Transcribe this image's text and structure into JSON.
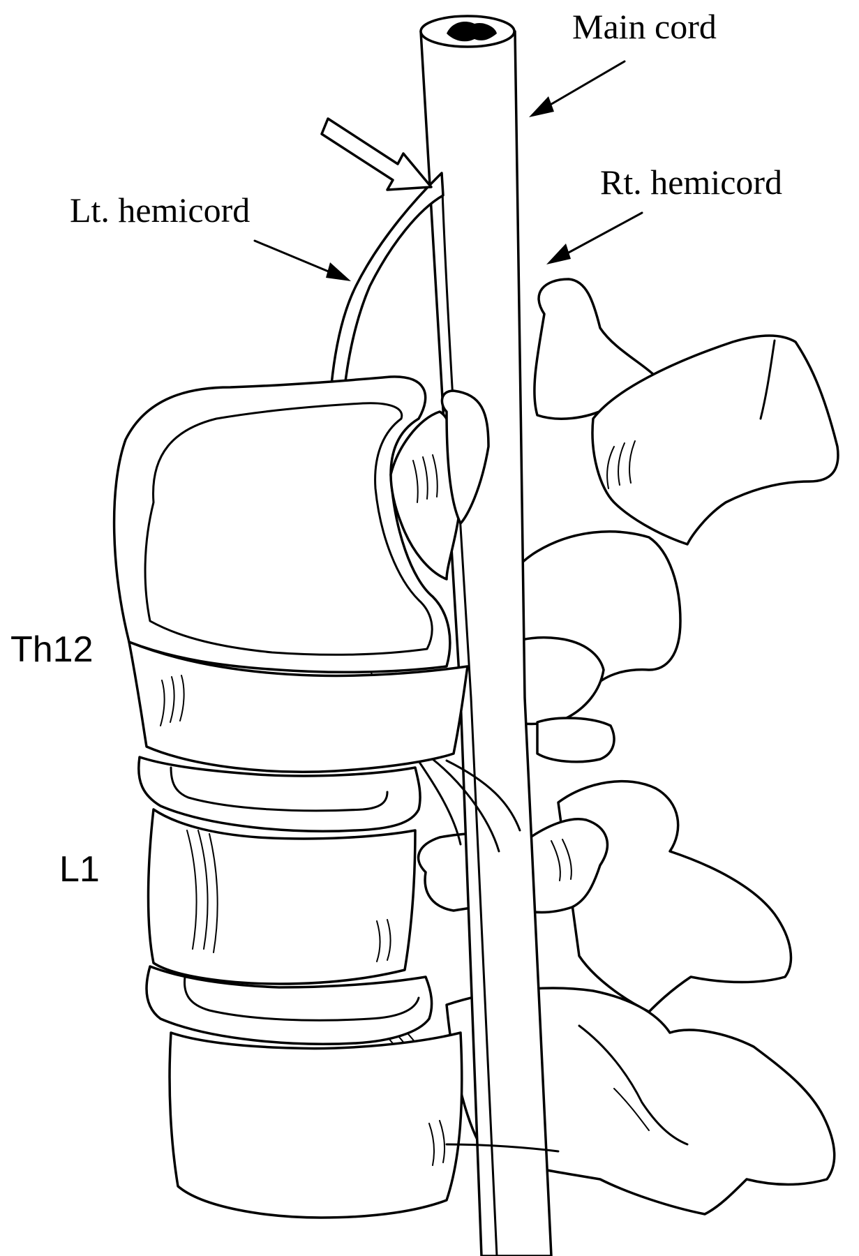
{
  "labels": {
    "main_cord": "Main cord",
    "rt_hemicord": "Rt. hemicord",
    "lt_hemicord": "Lt. hemicord",
    "th12": "Th12",
    "l1": "L1"
  },
  "colors": {
    "line": "#000000",
    "background": "#ffffff"
  }
}
